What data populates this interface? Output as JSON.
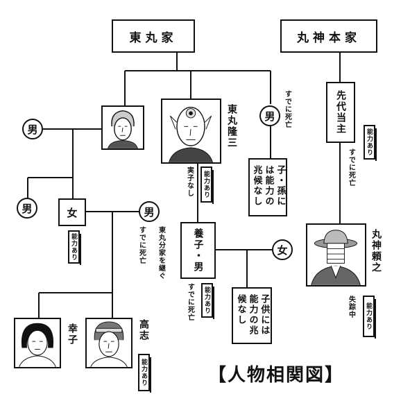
{
  "headers": {
    "higashimaru": "東丸家",
    "marugami": "丸神本家"
  },
  "nodes": {
    "elder_male": "男",
    "left_male": "男",
    "woman": "女",
    "husband": "男",
    "dead_male": "男",
    "spouse_female": "女"
  },
  "people": {
    "takamaru_ryuzo": "東丸隆三",
    "sendai_toshu": "先代当主",
    "adopted_son": "養子・男",
    "marugami_yoriyuki": "丸神頼之",
    "sachiko": "幸子",
    "takashi": "高志"
  },
  "badge_label": "能力あり",
  "notes": {
    "no_ability_grandchildren": "子・孫には能力の兆候なし",
    "no_ability_children": "子供には能力の兆候なし"
  },
  "annotations": {
    "already_dead_1": "すでに死亡",
    "biological_child_none": "実子なし",
    "inherit_branch": "東丸分家を継ぐ",
    "already_dead_2": "すでに死亡",
    "already_dead_3": "すでに死亡",
    "already_dead_4": "すでに死亡",
    "missing": "失踪中"
  },
  "title": "【人物相関図】"
}
